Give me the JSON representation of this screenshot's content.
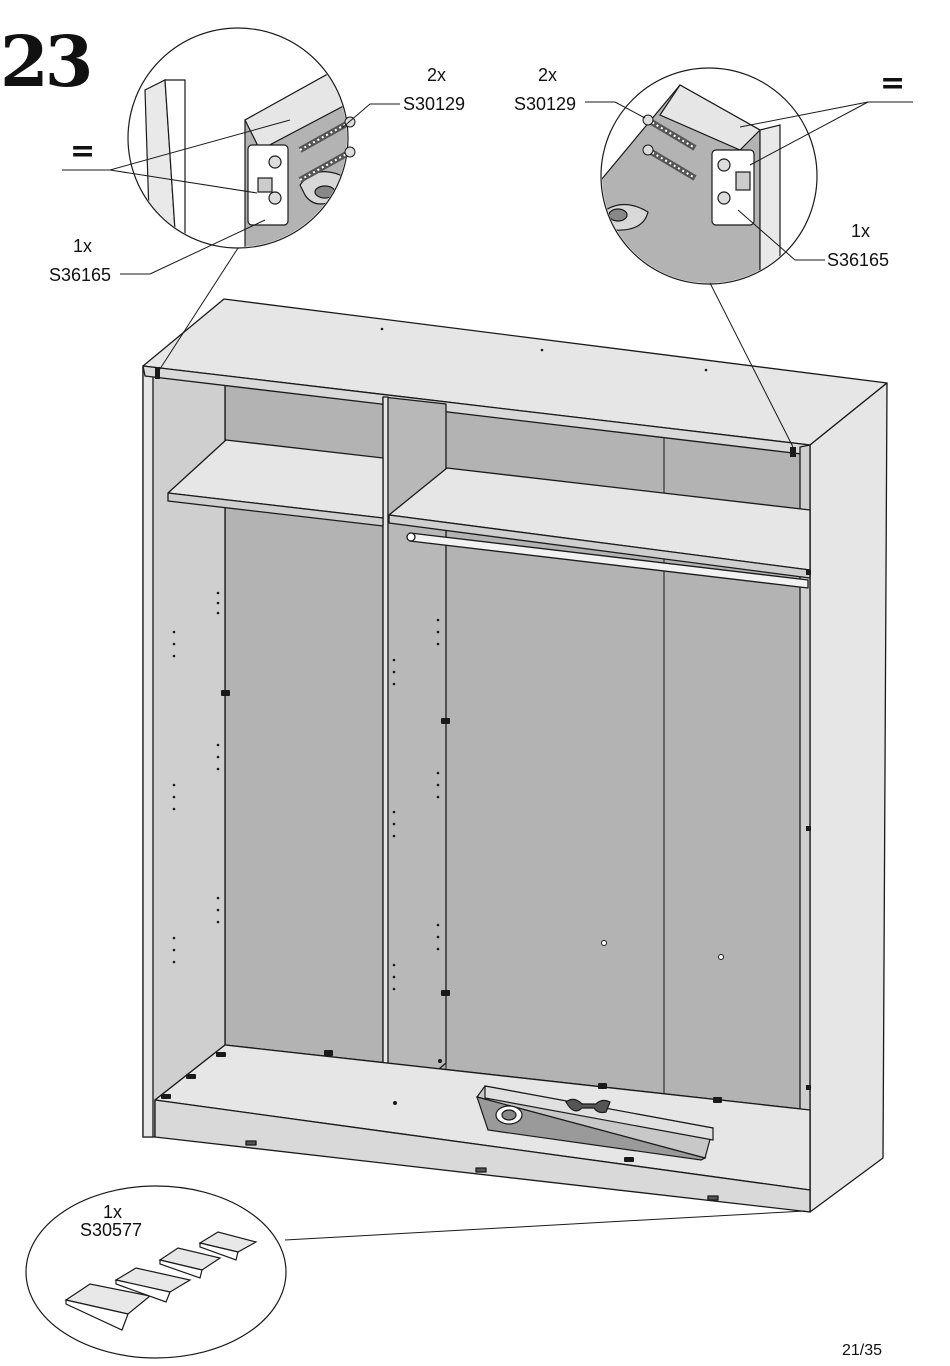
{
  "step": {
    "number": "23"
  },
  "callouts": {
    "top_left": {
      "screws_qty": "2x",
      "screws_code": "S30129",
      "connector_qty": "1x",
      "connector_code": "S36165",
      "equal_sign": "="
    },
    "top_right": {
      "screws_qty": "2x",
      "screws_code": "S30129",
      "connector_qty": "1x",
      "connector_code": "S36165",
      "equal_sign": "="
    },
    "bottom_left": {
      "qty": "1x",
      "code": "S30577"
    }
  },
  "footer": {
    "page": "21/35"
  },
  "colors": {
    "panel_fill": "#b3b3b3",
    "panel_light": "#e6e6e6",
    "panel_mid": "#cccccc",
    "outline": "#1a1a1a",
    "background": "#ffffff"
  }
}
